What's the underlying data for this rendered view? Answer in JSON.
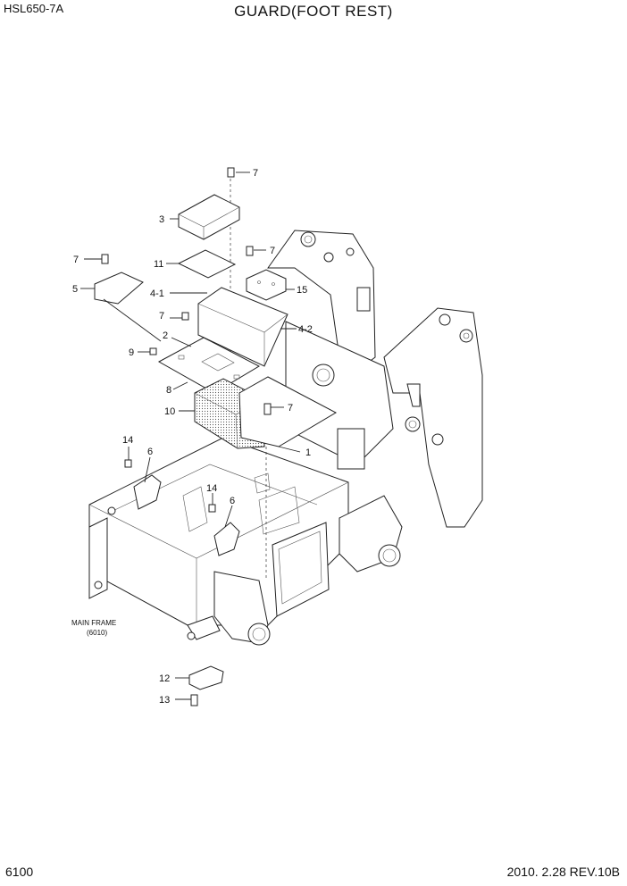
{
  "header": {
    "model": "HSL650-7A",
    "title": "GUARD(FOOT REST)"
  },
  "footer": {
    "page": "6100",
    "date_rev": "2010. 2.28  REV.10B"
  },
  "callouts": {
    "c1": "1",
    "c2": "2",
    "c3": "3",
    "c4_1": "4-1",
    "c4_2": "4-2",
    "c5": "5",
    "c6a": "6",
    "c6b": "6",
    "c7a": "7",
    "c7b": "7",
    "c7c": "7",
    "c7d": "7",
    "c7e": "7",
    "c8": "8",
    "c9": "9",
    "c10": "10",
    "c11": "11",
    "c12": "12",
    "c13": "13",
    "c14a": "14",
    "c14b": "14",
    "c15": "15"
  },
  "main_frame": {
    "label": "MAIN FRAME",
    "ref": "(6010)"
  }
}
